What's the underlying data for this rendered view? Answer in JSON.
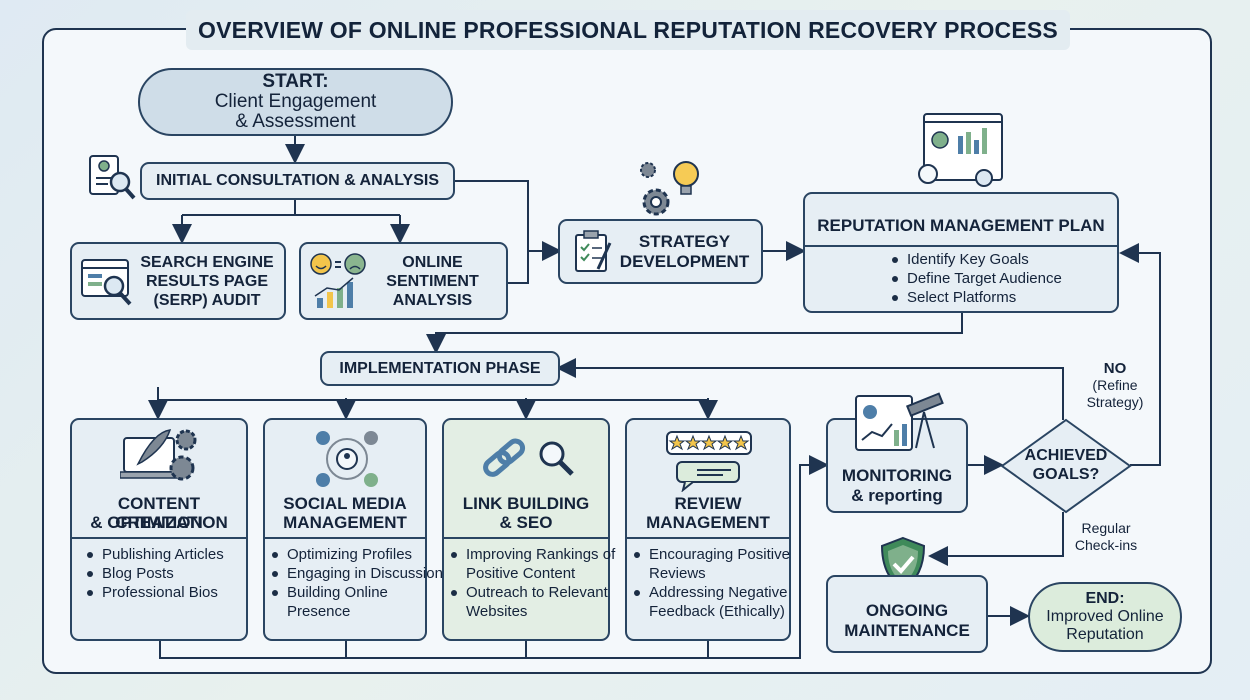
{
  "title": "OVERVIEW OF ONLINE PROFESSIONAL REPUTATION RECOVERY PROCESS",
  "start": {
    "line1": "START:",
    "line2": "Client Engagement",
    "line3": "& Assessment"
  },
  "consultation": "INITIAL CONSULTATION & ANALYSIS",
  "serp": {
    "line1": "SEARCH ENGINE",
    "line2": "RESULTS PAGE",
    "line3": "(SERP) AUDIT"
  },
  "sentiment": {
    "line1": "ONLINE",
    "line2": "SENTIMENT",
    "line3": "ANALYSIS"
  },
  "strategy": {
    "line1": "STRATEGY",
    "line2": "DEVELOPMENT"
  },
  "plan": {
    "title": "REPUTATION MANAGEMENT PLAN",
    "items": [
      "Identify Key Goals",
      "Define Target Audience",
      "Select Platforms"
    ]
  },
  "implementation": "IMPLEMENTATION PHASE",
  "cards": [
    {
      "line1": "CONTENT CREATION",
      "line2": "& OPTIMIZATION",
      "items": [
        "Publishing Articles",
        "Blog Posts",
        "Professional Bios"
      ]
    },
    {
      "line1": "SOCIAL MEDIA",
      "line2": "MANAGEMENT",
      "items": [
        "Optimizing Profiles",
        "Engaging in Discussions",
        "Building Online Presence"
      ]
    },
    {
      "line1": "LINK BUILDING",
      "line2": "& SEO",
      "items": [
        "Improving Rankings of Positive Content",
        "Outreach to Relevant Websites"
      ]
    },
    {
      "line1": "REVIEW",
      "line2": "MANAGEMENT",
      "items": [
        "Encouraging Positive Reviews",
        "Addressing Negative Feedback (Ethically)"
      ]
    }
  ],
  "monitoring": {
    "line1": "MONITORING",
    "line2": "& reporting"
  },
  "decision": {
    "line1": "ACHIEVED",
    "line2": "GOALS?"
  },
  "no_label": {
    "line1": "NO",
    "line2": "(Refine",
    "line3": "Strategy)"
  },
  "checkins": {
    "line1": "Regular",
    "line2": "Check-ins"
  },
  "maintenance": {
    "line1": "ONGOING",
    "line2": "MAINTENANCE"
  },
  "end": {
    "line1": "END:",
    "line2": "Improved Online",
    "line3": "Reputation"
  },
  "colors": {
    "border": "#2a4562",
    "box": "#e6eef4",
    "green": "#dcecdc",
    "accent": "#3f8a5a"
  }
}
